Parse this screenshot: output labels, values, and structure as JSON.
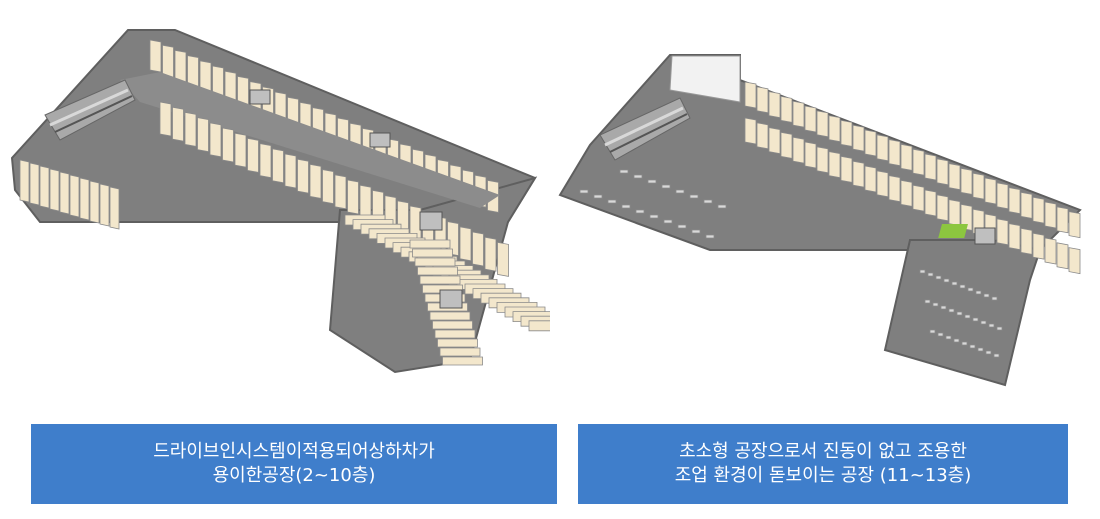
{
  "panels": [
    {
      "caption_line1": "드라이브인시스템이적용되어상하차가",
      "caption_line2": "용이한공장(2~10층)"
    },
    {
      "caption_line1": "초소형 공장으로서 진동이 없고 조용한",
      "caption_line2": "조업 환경이 돋보이는 공장 (11~13층)"
    }
  ],
  "colors": {
    "caption_bg": "#3f7ecb",
    "caption_text": "#ffffff",
    "unit_fill": "#f3e7cc",
    "corridor": "#8c8c8c",
    "wall": "#6e6e6e",
    "green_area": "#8cc63f"
  }
}
